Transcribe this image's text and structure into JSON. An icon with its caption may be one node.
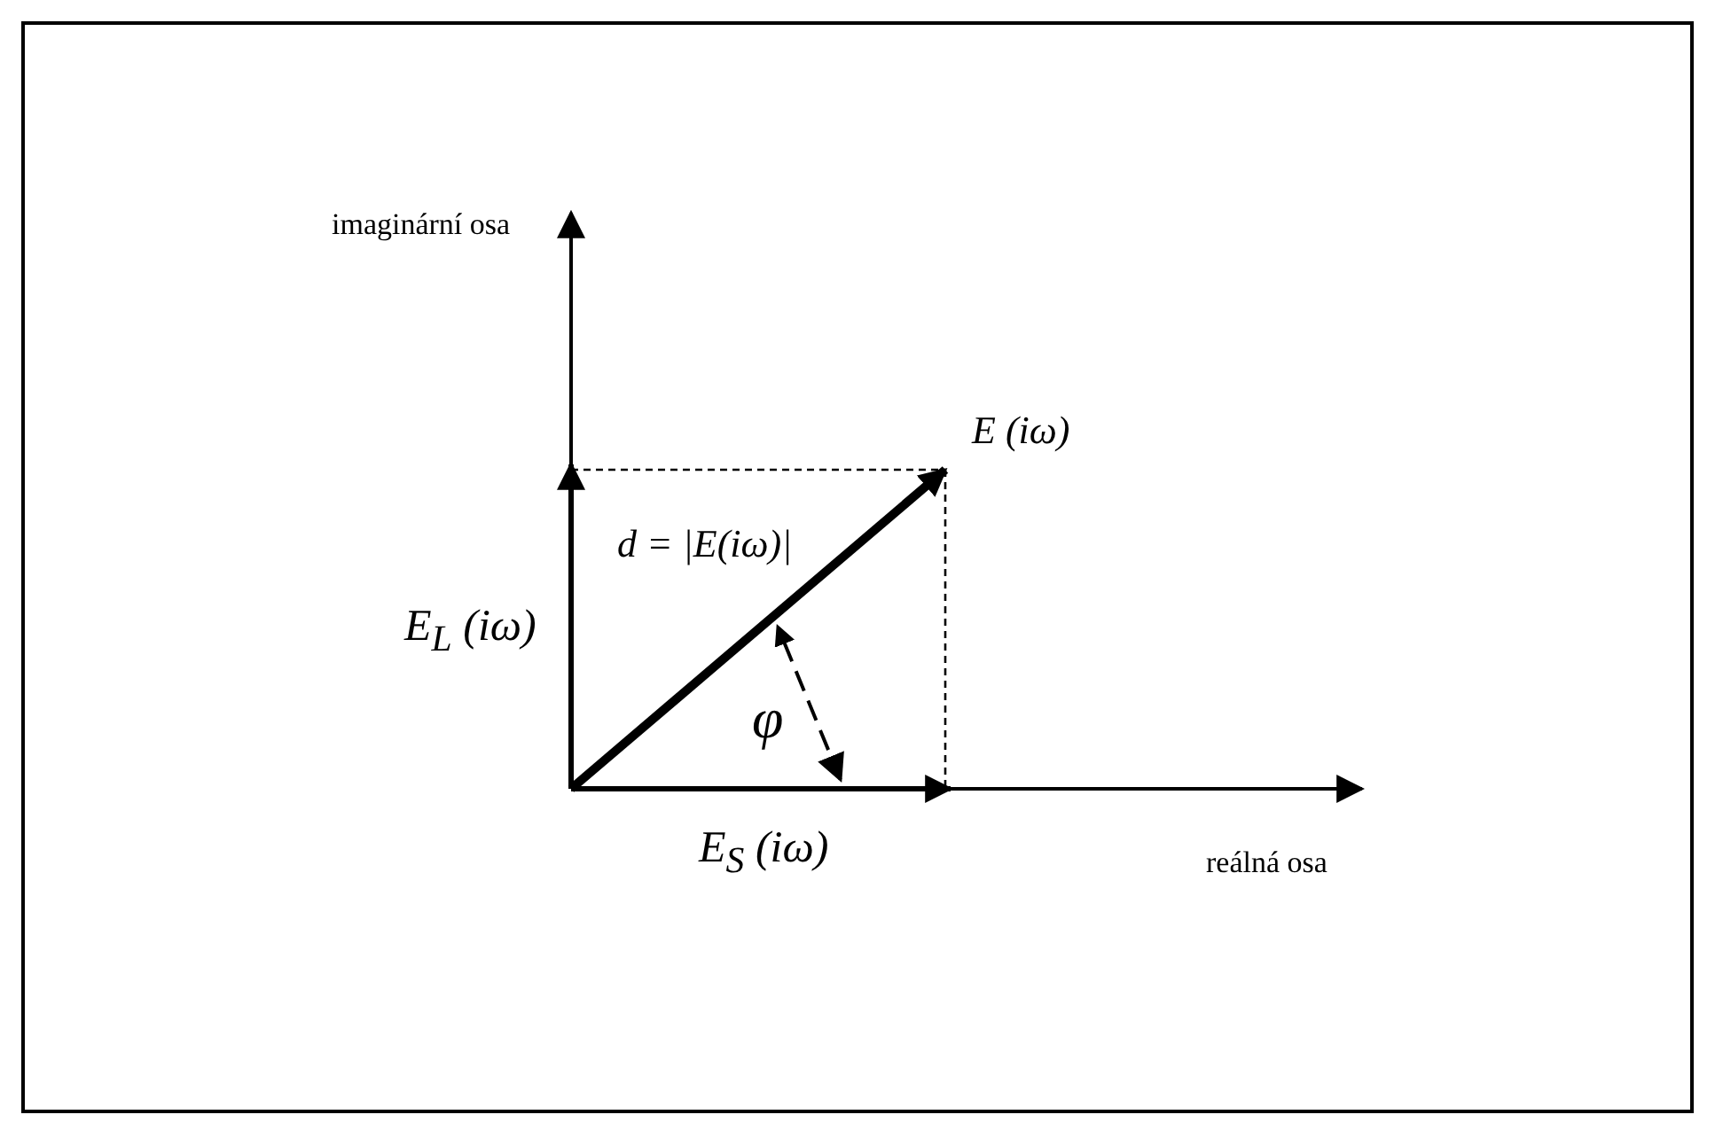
{
  "diagram": {
    "labels": [
      "imaginární osa",
      "E (iω)",
      "d = |E(iω)|",
      "E$_{L}$ (iω)",
      "φ",
      "E$_{S}$ (iω)",
      "reálná osa"
    ]
  }
}
